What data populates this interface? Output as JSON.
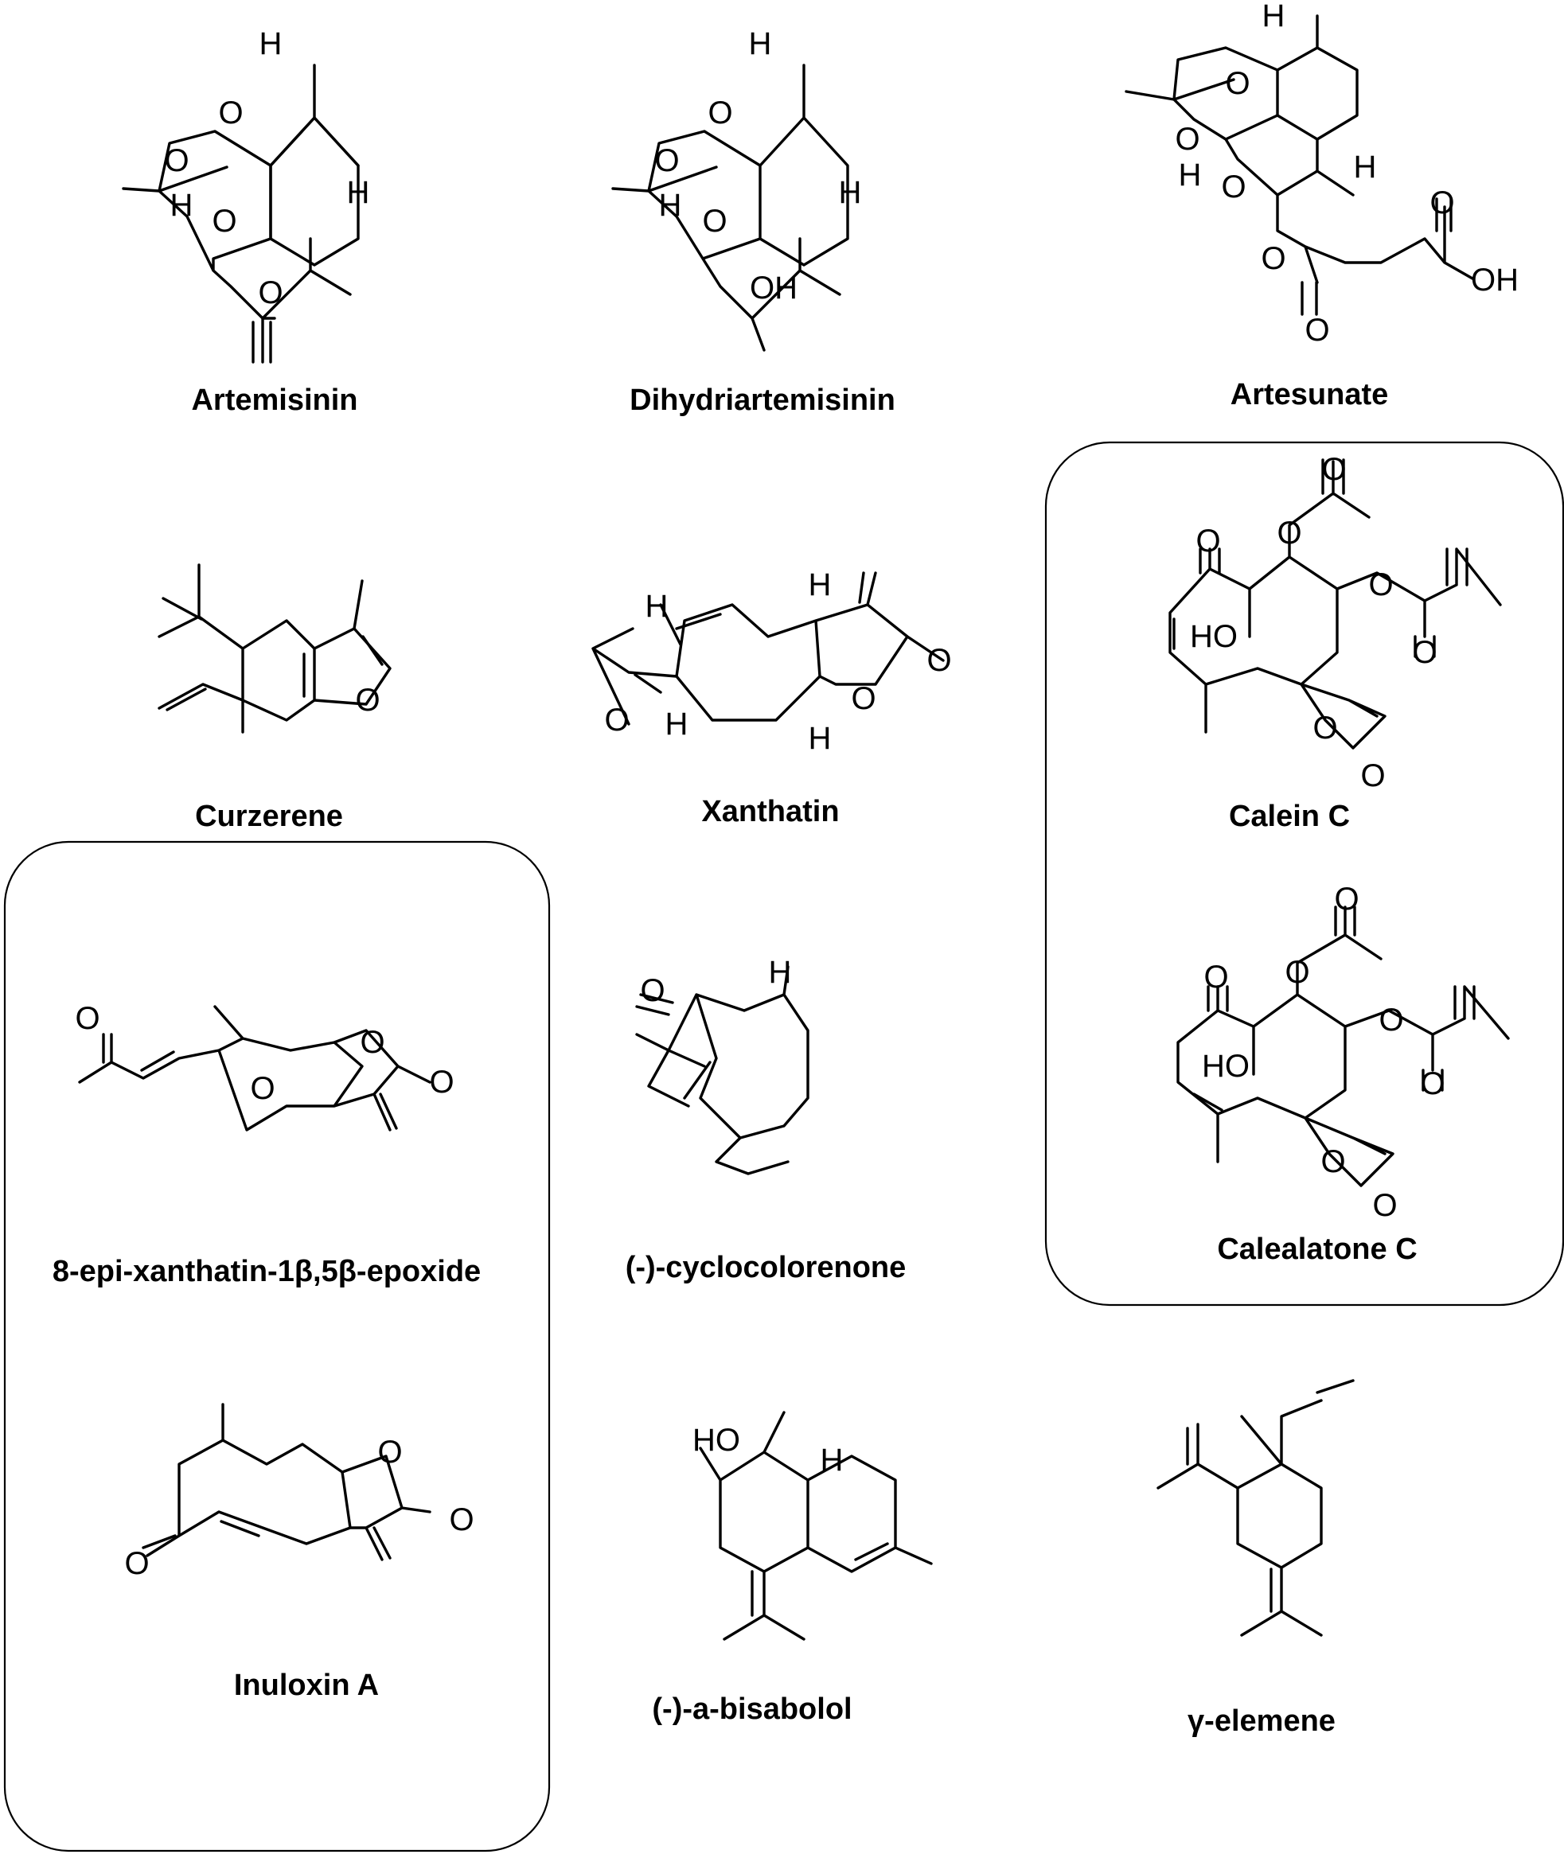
{
  "compounds": [
    {
      "id": "artemisinin",
      "name": "Artemisinin"
    },
    {
      "id": "dihydroartemisinin",
      "name": "Dihydriartemisinin"
    },
    {
      "id": "artesunate",
      "name": "Artesunate"
    },
    {
      "id": "curzerene",
      "name": "Curzerene"
    },
    {
      "id": "xanthatin",
      "name": "Xanthatin"
    },
    {
      "id": "calein-c",
      "name": "Calein C"
    },
    {
      "id": "epoxide",
      "name": "8-epi-xanthatin-1β,5β-epoxide"
    },
    {
      "id": "cyclocolorenone",
      "name": "(-)-cyclocolorenone"
    },
    {
      "id": "calealatone-c",
      "name": "Calealatone C"
    },
    {
      "id": "inuloxin-a",
      "name": "Inuloxin A"
    },
    {
      "id": "bisabolol",
      "name": "(-)-a-bisabolol"
    },
    {
      "id": "elemene",
      "name": "γ-elemene"
    }
  ],
  "atom_labels": {
    "H": "H",
    "O": "O",
    "OH": "OH",
    "HO": "HO"
  }
}
